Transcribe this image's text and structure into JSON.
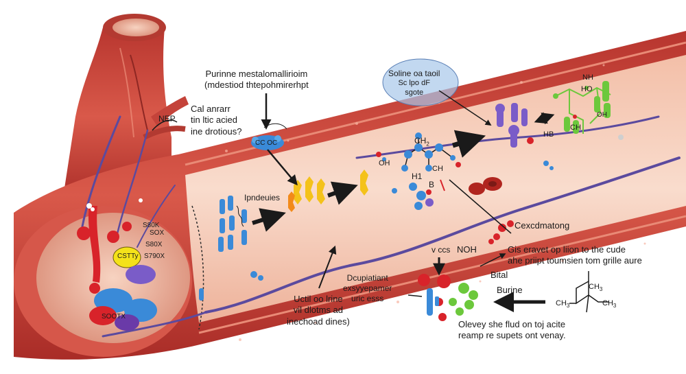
{
  "labels": {
    "purine_title": [
      "Purinne mestalomallirioim",
      "(mdestiod thtepohmirerhpt"
    ],
    "cal_anrarr": [
      "Cal anrarr",
      "tin ltic acied",
      "ine drotious?"
    ],
    "nep": "NEP",
    "ipndeuies": "Ipndeuies",
    "soline": [
      "Soline oa taoil",
      "Sc  lpo  dF",
      "sgote"
    ],
    "cexcdmatong": "Cexcdmatong",
    "gis_eravet": [
      "Gis eravet op liion to the cude",
      "ahe priipt toumsien tom grille aure"
    ],
    "v_ccs": "v ccs",
    "noh": "NOH",
    "bital": "Bital",
    "burine": "Burine",
    "dcupiatiant": [
      "Dcupiatiant",
      "exsyyepamer",
      "uric esss"
    ],
    "uctil": [
      "Uctil oo lrine",
      "vil dlotms ad",
      "inechoad dines)"
    ],
    "olevey": [
      "Olevey she flud on toj acite",
      "reamp re supets ont venay."
    ],
    "chem": {
      "ch2": "CH",
      "ch2_sub": "2",
      "oh": "OH",
      "ch": "CH",
      "h1": "H1",
      "b": "B",
      "nh": "NH",
      "ho": "HO",
      "oh2": "OH",
      "hb": "HB",
      "ch3_top": "CH",
      "ch3_left": "CH",
      "ch3_right": "CH",
      "sub3": "3"
    },
    "cell_labels": {
      "s80k": "S80K",
      "s80x": "S80X",
      "sox": "SOX",
      "s790x": "S790X",
      "cstty": "CSTTy",
      "sootx": "SOOTX",
      "cc_oc": "CC OC"
    }
  },
  "colors": {
    "vessel_outer": "#c8473c",
    "vessel_wall": "#e47b6a",
    "lumen": "#f5cbb8",
    "vein": "#5b4a9e",
    "blue_mol": "#3a8ad8",
    "yellow_mol": "#f4c21a",
    "purple_mol": "#7a5cc8",
    "green_mol": "#6cc83c",
    "red_mol": "#d8232a",
    "arrow": "#1a1a1a"
  }
}
